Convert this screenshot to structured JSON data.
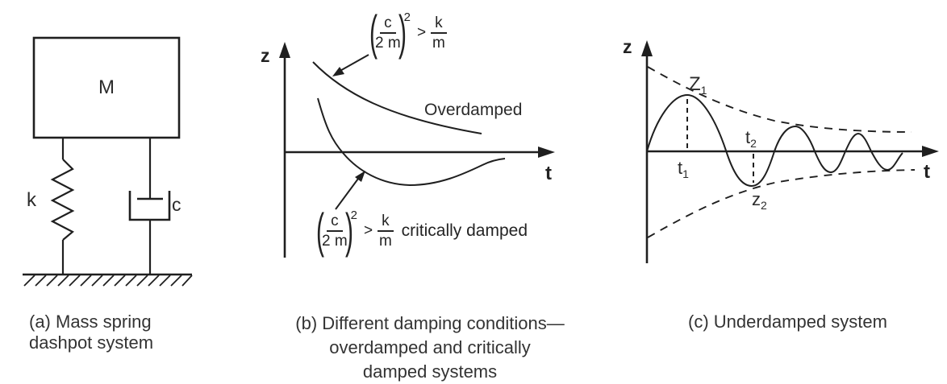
{
  "colors": {
    "ink": "#1f1f1f",
    "text": "#2b2b2b",
    "background": "#ffffff"
  },
  "figure": {
    "panel_a": {
      "mass_label": "M",
      "spring_label": "k",
      "damper_label": "c",
      "caption": [
        "(a) Mass spring",
        "dashpot system"
      ]
    },
    "panel_b": {
      "y_axis_label": "z",
      "x_axis_label": "t",
      "overdamped_label": "Overdamped",
      "formula_top": {
        "lhs_num": "c",
        "lhs_den": "2 m",
        "exponent": "2",
        "relation": ">",
        "rhs_num": "k",
        "rhs_den": "m"
      },
      "formula_bottom": {
        "lhs_num": "c",
        "lhs_den": "2 m",
        "exponent": "2",
        "relation": ">",
        "rhs_num": "k",
        "rhs_den": "m",
        "suffix": "critically damped"
      },
      "caption": [
        "(b) Different damping conditions—",
        "overdamped and critically",
        "damped systems"
      ]
    },
    "panel_c": {
      "y_axis_label": "z",
      "x_axis_label": "t",
      "point_labels": {
        "z1": {
          "base": "Z",
          "sub": "1"
        },
        "t1": {
          "base": "t",
          "sub": "1"
        },
        "t2": {
          "base": "t",
          "sub": "2"
        },
        "z2": {
          "base": "z",
          "sub": "2"
        }
      },
      "caption": "(c) Underdamped system"
    }
  }
}
